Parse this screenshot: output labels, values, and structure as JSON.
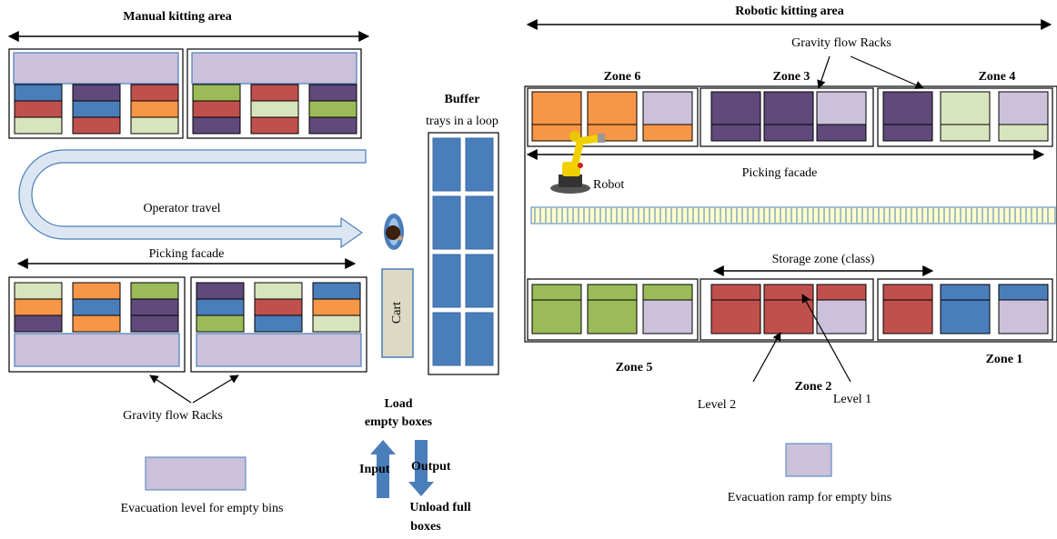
{
  "colors": {
    "blue": "#4a7ebb",
    "red": "#c0504d",
    "purple": "#5f4a7b",
    "orange": "#f79646",
    "green": "#9bbb59",
    "cream": "#d7e4bd",
    "lavender": "#ccc1da",
    "arrow_fill": "#dce6f2",
    "arrow_stroke": "#4a7ebb",
    "cart": "#ddd9c3",
    "rail": "#ffffcc"
  },
  "manual": {
    "title": "Manual kitting area",
    "operator_travel": "Operator travel",
    "picking_facade": "Picking facade",
    "gravity_racks": "Gravity flow Racks",
    "evacuation_label": "Evacuation level for empty bins",
    "cart": "Cart",
    "top_racks": [
      [
        [
          "blue",
          "red",
          "cream"
        ],
        [
          "purple",
          "blue",
          "red"
        ],
        [
          "red",
          "orange",
          "cream"
        ]
      ],
      [
        [
          "green",
          "red",
          "purple"
        ],
        [
          "red",
          "cream",
          "red"
        ],
        [
          "purple",
          "green",
          "purple"
        ]
      ]
    ],
    "bottom_racks": [
      [
        [
          "cream",
          "orange",
          "purple"
        ],
        [
          "orange",
          "blue",
          "orange"
        ],
        [
          "green",
          "purple",
          "purple"
        ]
      ],
      [
        [
          "purple",
          "blue",
          "green"
        ],
        [
          "cream",
          "red",
          "blue"
        ],
        [
          "blue",
          "orange",
          "cream"
        ]
      ]
    ]
  },
  "buffer": {
    "title": "Buffer",
    "subtitle": "trays in a loop",
    "load_line1": "Load",
    "load_line2": "empty boxes",
    "input": "Input",
    "output": "Output",
    "unload_line1": "Unload full",
    "unload_line2": "boxes"
  },
  "robotic": {
    "title": "Robotic kitting area",
    "gravity_racks": "Gravity flow Racks",
    "robot": "Robot",
    "picking_facade": "Picking facade",
    "storage_zone": "Storage zone (class)",
    "level2": "Level 2",
    "level1": "Level 1",
    "evacuation_label": "Evacuation ramp for empty bins",
    "zones": {
      "z6": "Zone 6",
      "z3": "Zone 3",
      "z4": "Zone 4",
      "z5": "Zone 5",
      "z2": "Zone 2",
      "z1": "Zone 1"
    },
    "top_bins": [
      [
        "orange",
        "orange"
      ],
      [
        "orange",
        "orange"
      ],
      [
        "lavender",
        "orange"
      ],
      [
        "purple",
        "purple"
      ],
      [
        "purple",
        "purple"
      ],
      [
        "lavender",
        "purple"
      ],
      [
        "purple",
        "purple"
      ],
      [
        "cream",
        "cream"
      ],
      [
        "lavender",
        "cream"
      ]
    ],
    "bottom_bins": [
      [
        "green",
        "green"
      ],
      [
        "green",
        "green"
      ],
      [
        "green",
        "lavender"
      ],
      [
        "red",
        "red"
      ],
      [
        "red",
        "red"
      ],
      [
        "red",
        "lavender"
      ],
      [
        "red",
        "red"
      ],
      [
        "blue",
        "blue"
      ],
      [
        "blue",
        "lavender"
      ]
    ]
  }
}
